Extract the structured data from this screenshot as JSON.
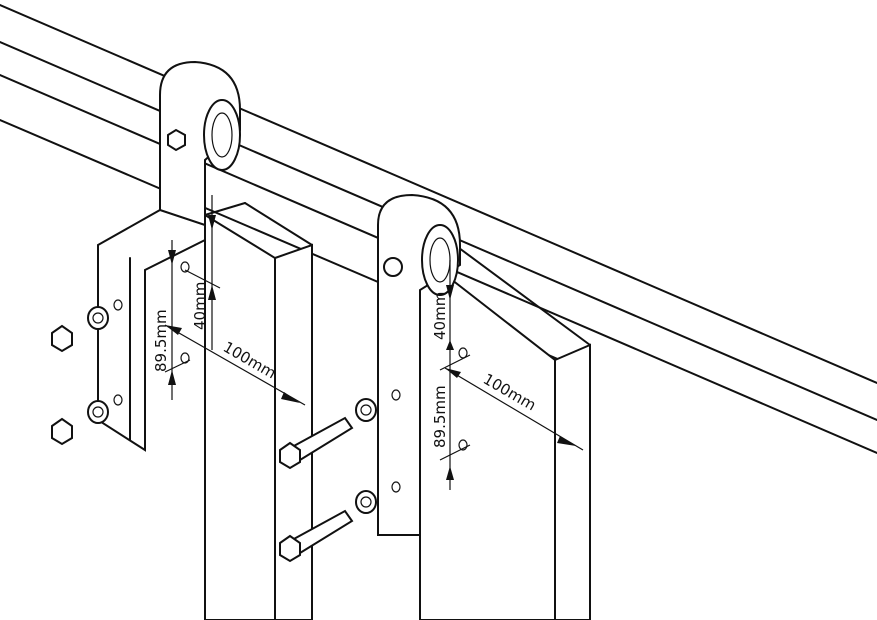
{
  "drawing": {
    "left_hanger": {
      "vertical_spacing": "89.5mm",
      "hole_offset": "40mm",
      "edge_offset": "100mm"
    },
    "right_hanger": {
      "vertical_spacing": "89.5mm",
      "hole_offset": "40mm",
      "edge_offset": "100mm"
    }
  }
}
